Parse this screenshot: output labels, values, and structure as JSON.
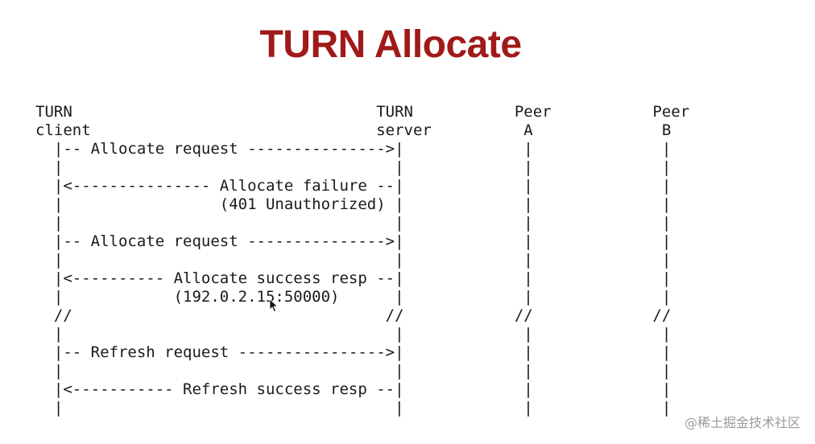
{
  "title": "TURN Allocate",
  "diagram_lines": [
    "TURN                                 TURN           Peer           Peer",
    "client                               server          A              B",
    "  |-- Allocate request --------------->|             |              |",
    "  |                                    |             |              |",
    "  |<--------------- Allocate failure --|             |              |",
    "  |                 (401 Unauthorized) |             |              |",
    "  |                                    |             |              |",
    "  |-- Allocate request --------------->|             |              |",
    "  |                                    |             |              |",
    "  |<---------- Allocate success resp --|             |              |",
    "  |            (192.0.2.15:50000)      |             |              |",
    "  //                                  //            //             //",
    "  |                                    |             |              |",
    "  |-- Refresh request ---------------->|             |              |",
    "  |                                    |             |              |",
    "  |<----------- Refresh success resp --|             |              |",
    "  |                                    |             |              |"
  ],
  "watermark": "@稀土掘金技术社区",
  "icons": {
    "cursor": "mouse-pointer-icon"
  }
}
